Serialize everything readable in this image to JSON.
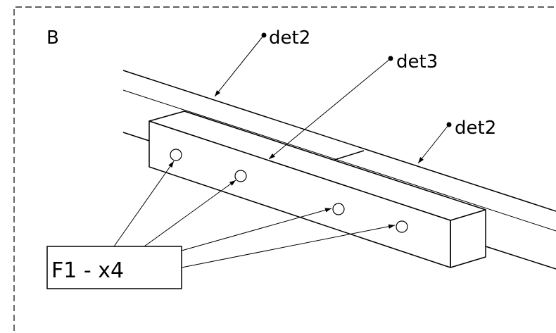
{
  "view_label": "B",
  "callouts": [
    {
      "id": "det2-upper",
      "text": "det2"
    },
    {
      "id": "det3",
      "text": "det3"
    },
    {
      "id": "det2-right",
      "text": "det2"
    }
  ],
  "fastener_label": "F1 - x4",
  "colors": {
    "stroke": "#000000",
    "background": "#ffffff"
  }
}
